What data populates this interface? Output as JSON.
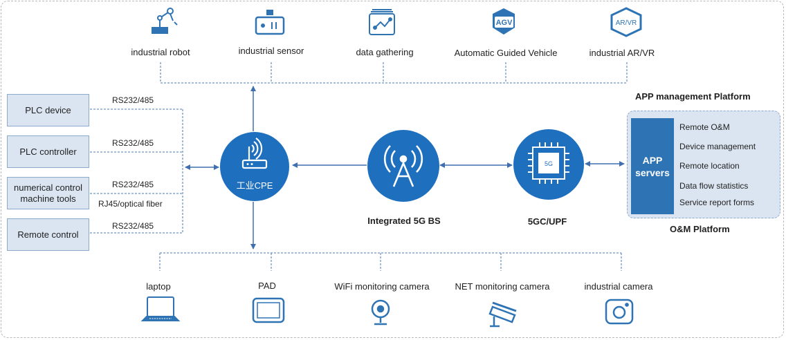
{
  "top_devices": [
    {
      "label": "industrial robot",
      "icon": "industrial-robot-icon"
    },
    {
      "label": "industrial sensor",
      "icon": "industrial-sensor-icon"
    },
    {
      "label": "data gathering",
      "icon": "data-gathering-icon"
    },
    {
      "label": "Automatic  Guided Vehicle",
      "icon": "agv-icon",
      "icon_text": "AGV"
    },
    {
      "label": "industrial AR/VR",
      "icon": "ar-vr-icon",
      "icon_text": "AR/VR"
    }
  ],
  "left_devices": [
    {
      "label": "PLC device",
      "link": "RS232/485"
    },
    {
      "label": "PLC controller",
      "link": "RS232/485"
    },
    {
      "label": "numerical control machine tools",
      "link": "RS232/485",
      "link2": "RJ45/optical  fiber"
    },
    {
      "label": "Remote control",
      "link": "RS232/485"
    }
  ],
  "cpe": {
    "label": "工业CPE",
    "icon": "router-icon"
  },
  "bs": {
    "label": "Integrated 5G BS",
    "icon": "cell-tower-icon"
  },
  "core": {
    "label": "5GC/UPF",
    "icon": "chip-icon",
    "chip_text": "5G"
  },
  "app_platform": {
    "title": "APP management Platform",
    "servers": "APP servers",
    "services": [
      "Remote O&M",
      "Device  management",
      "Remote location",
      "Data flow statistics",
      "Service report forms"
    ],
    "footer": "O&M Platform"
  },
  "bottom_devices": [
    {
      "label": "laptop",
      "icon": "laptop-icon"
    },
    {
      "label": "PAD",
      "icon": "tablet-icon"
    },
    {
      "label": "WiFi  monitoring camera",
      "icon": "webcam-icon"
    },
    {
      "label": "NET monitoring camera",
      "icon": "cctv-camera-icon"
    },
    {
      "label": "industrial camera",
      "icon": "camera-icon"
    }
  ],
  "colors": {
    "primary": "#1e6fbe",
    "box_fill": "#dbe5f1",
    "box_border": "#8eaacb",
    "server_fill": "#2e74b5",
    "icon": "#2e74b5",
    "line": "#4a78b0"
  }
}
